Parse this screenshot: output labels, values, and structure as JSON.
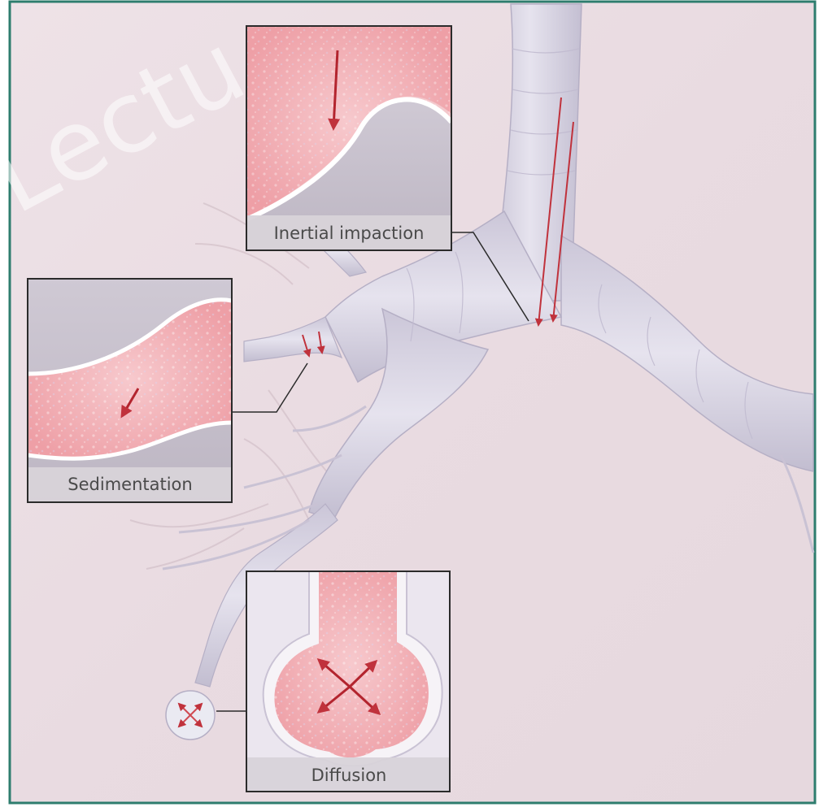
{
  "diagram": {
    "insets": {
      "inertial": {
        "label": "Inertial impaction"
      },
      "sedimentation": {
        "label": "Sedimentation"
      },
      "diffusion": {
        "label": "Diffusion"
      }
    },
    "watermark": "Lectu",
    "colors": {
      "frame": "#2e7d6e",
      "background": "#ecdde3",
      "airway": "#dcd8e4",
      "airway_edge": "#b9b3c8",
      "tissue": "#f2b9bd",
      "arrow": "#c0323c",
      "label_band": "#d9d5da"
    }
  }
}
